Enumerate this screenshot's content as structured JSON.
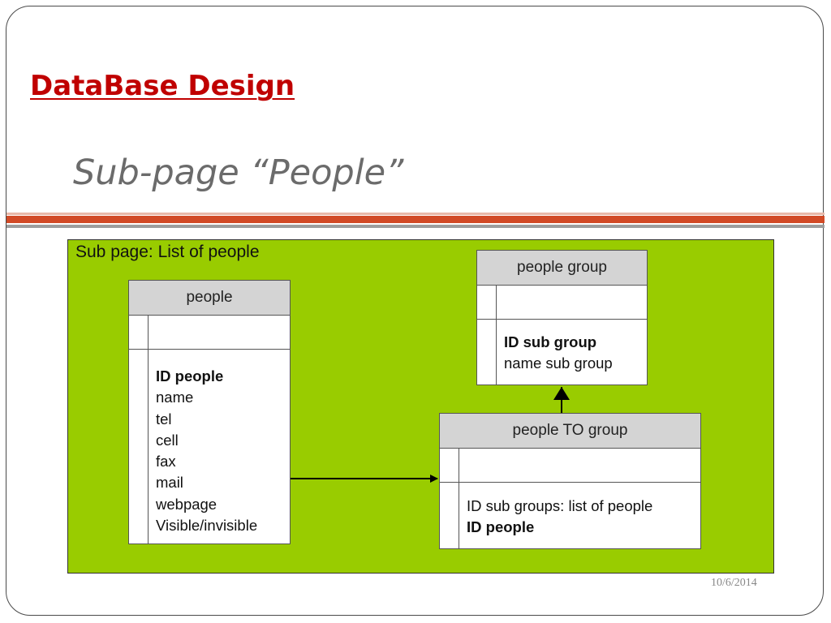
{
  "slide": {
    "heading": "DataBase Design",
    "subtitle": "Sub-page “People”",
    "date": "10/6/2014"
  },
  "diagram": {
    "label": "Sub page: List of people",
    "entities": {
      "people": {
        "title": "people",
        "fields": [
          "ID people",
          "name",
          "tel",
          "cell",
          "fax",
          "mail",
          "webpage",
          "Visible/invisible"
        ],
        "bold_fields": [
          "ID people"
        ]
      },
      "people_group": {
        "title": "people group",
        "fields": [
          "ID sub group",
          "name sub group"
        ],
        "bold_fields": [
          "ID sub group"
        ]
      },
      "people_to_group": {
        "title": "people TO group",
        "fields": [
          "ID sub groups: list of people",
          "ID people"
        ],
        "bold_fields": [
          "ID people"
        ]
      }
    },
    "relations": [
      {
        "from": "people",
        "to": "people_to_group"
      },
      {
        "from": "people_to_group",
        "to": "people_group"
      }
    ],
    "colors": {
      "background": "#99cc00",
      "header_fill": "#d4d4d4",
      "heading": "#c00000",
      "accent_rule": "#d24a26"
    }
  }
}
